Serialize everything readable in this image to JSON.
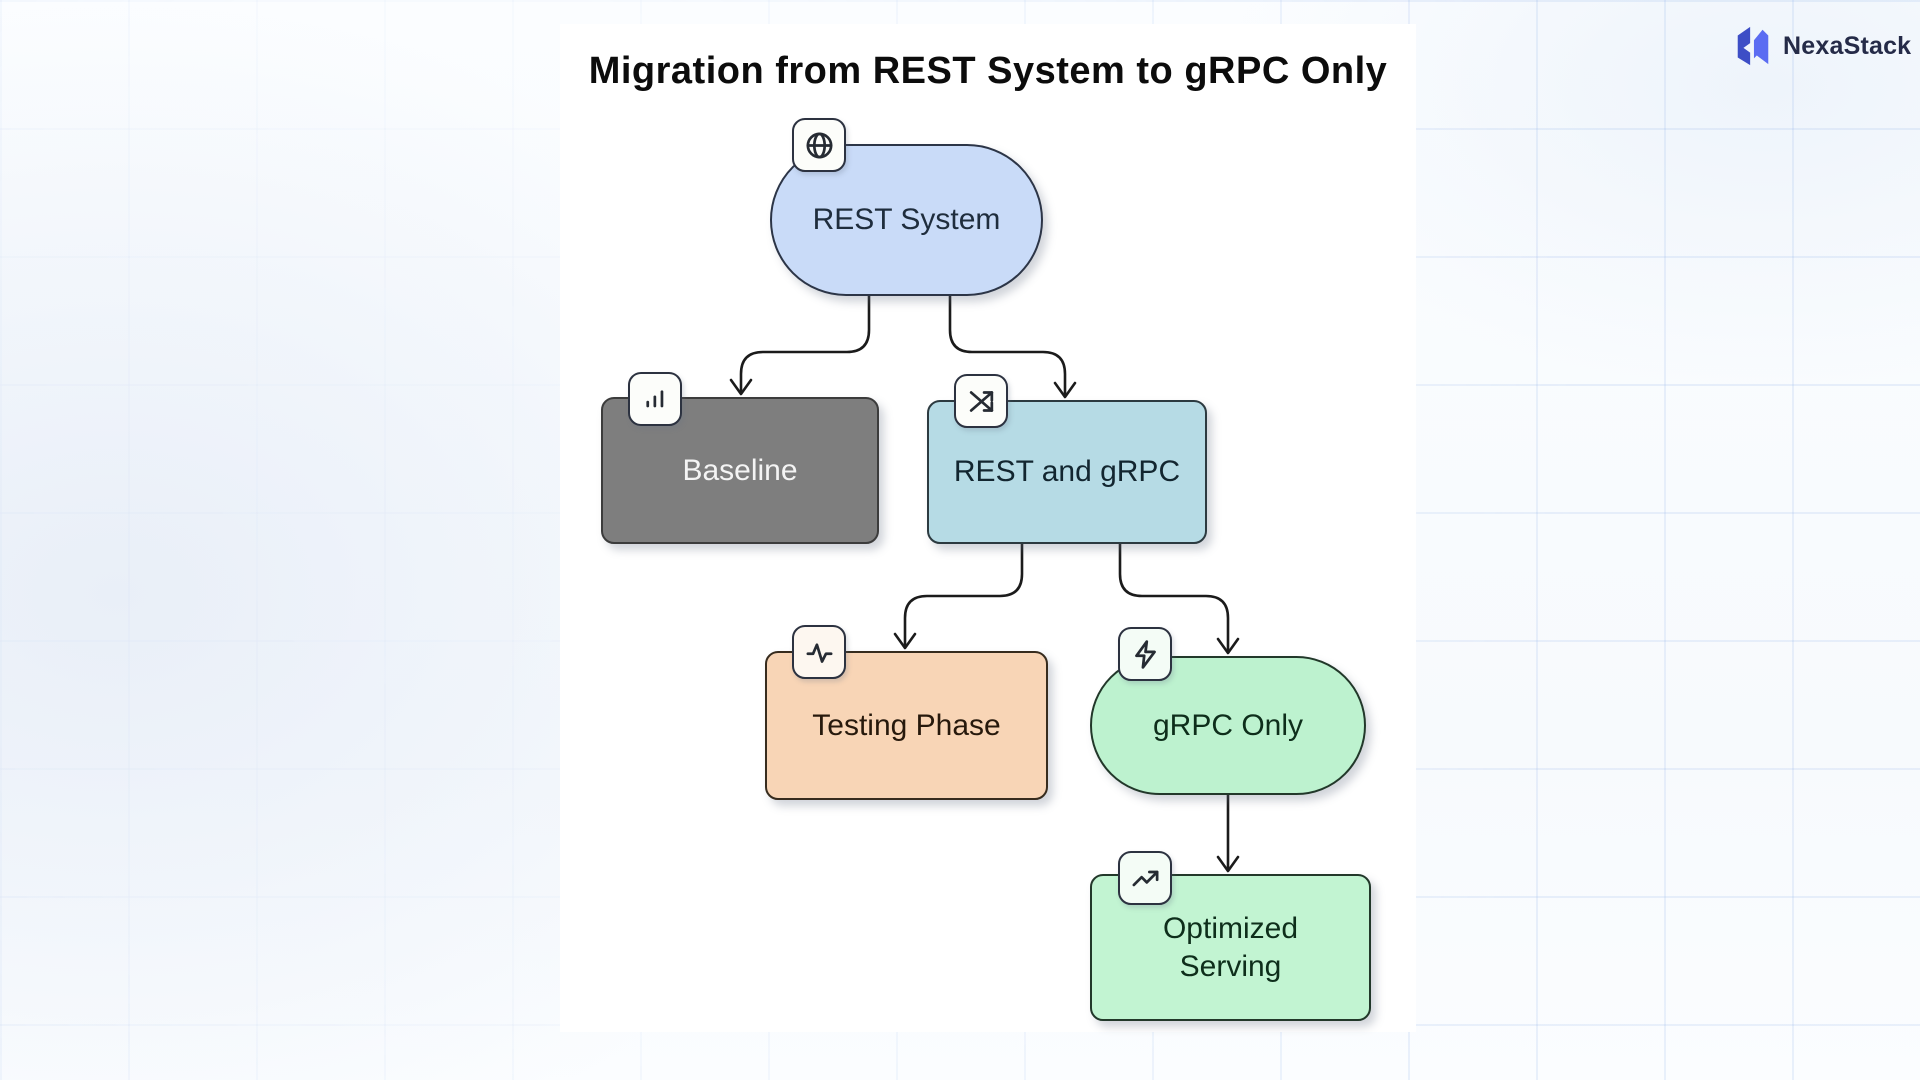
{
  "header": {
    "brand_name": "NexaStack",
    "logo_colors": {
      "primary": "#3D4EC6",
      "secondary": "#5B6CF2"
    }
  },
  "diagram": {
    "title": "Migration from REST System to gRPC Only",
    "line_color": "#1b1b1b",
    "nodes": [
      {
        "id": "rest-system",
        "label": "REST System",
        "icon": "globe-icon",
        "shape": "stadium",
        "fill": "#C9DBF8"
      },
      {
        "id": "baseline",
        "label": "Baseline",
        "icon": "bar-chart-icon",
        "shape": "rect",
        "fill": "#7E7E7E"
      },
      {
        "id": "rest-and-grpc",
        "label": "REST and gRPC",
        "icon": "shuffle-icon",
        "shape": "rect",
        "fill": "#B6DBE5"
      },
      {
        "id": "testing-phase",
        "label": "Testing Phase",
        "icon": "activity-icon",
        "shape": "rect",
        "fill": "#F8D5B6"
      },
      {
        "id": "grpc-only",
        "label": "gRPC Only",
        "icon": "zap-icon",
        "shape": "stadium",
        "fill": "#BDF2CF"
      },
      {
        "id": "optimized-serving",
        "label": "Optimized Serving",
        "icon": "trending-up-icon",
        "shape": "rect",
        "fill": "#C2F4D2"
      }
    ],
    "edges": [
      {
        "from": "rest-system",
        "to": "baseline"
      },
      {
        "from": "rest-system",
        "to": "rest-and-grpc"
      },
      {
        "from": "rest-and-grpc",
        "to": "testing-phase"
      },
      {
        "from": "rest-and-grpc",
        "to": "grpc-only"
      },
      {
        "from": "grpc-only",
        "to": "optimized-serving"
      }
    ]
  }
}
